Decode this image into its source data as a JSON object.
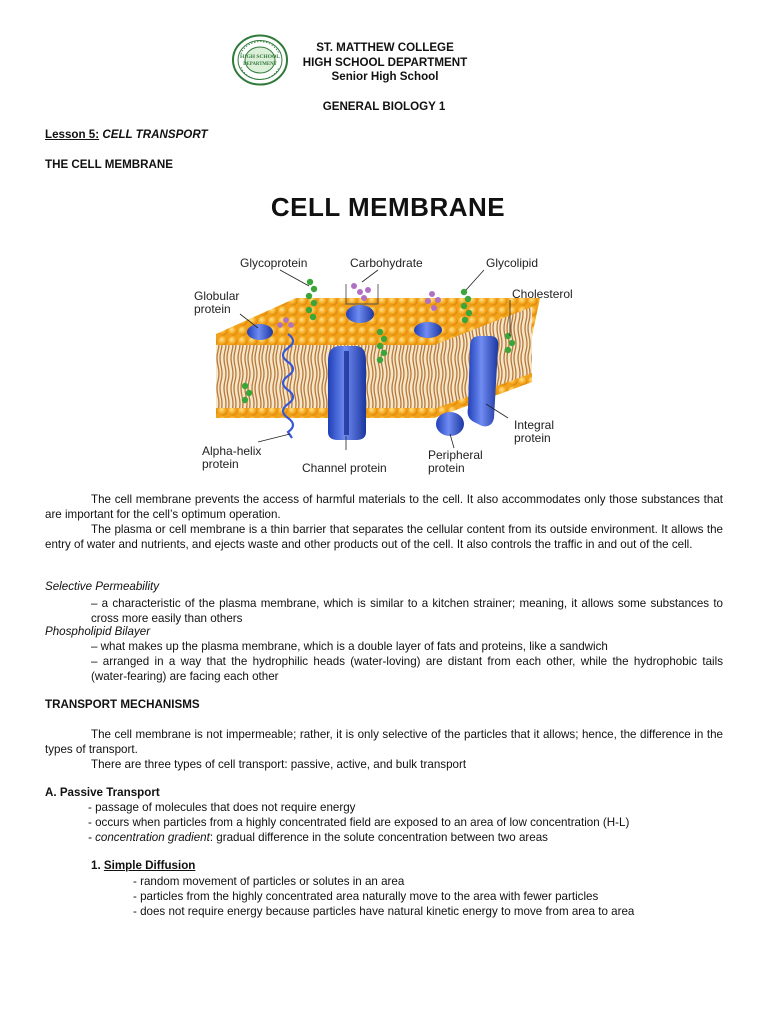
{
  "header": {
    "school": "ST. MATTHEW COLLEGE",
    "department": "HIGH SCHOOL DEPARTMENT",
    "division": "Senior High School",
    "subject": "GENERAL BIOLOGY 1",
    "seal_text": [
      "HIGH SCHOOL",
      "DEPARTMENT"
    ]
  },
  "lesson": {
    "prefix": "Lesson 5:",
    "title": "CELL TRANSPORT"
  },
  "section_title": "THE CELL MEMBRANE",
  "figure": {
    "title": "CELL MEMBRANE",
    "labels": {
      "glycoprotein": "Glycoprotein",
      "carbohydrate": "Carbohydrate",
      "glycolipid": "Glycolipid",
      "globular": "Globular\nprotein",
      "cholesterol": "Cholesterol",
      "integral": "Integral\nprotein",
      "alpha_helix": "Alpha-helix\nprotein",
      "channel": "Channel protein",
      "peripheral": "Peripheral\nprotein"
    },
    "colors": {
      "head": "#f6a91f",
      "tail": "#c98a55",
      "protein": "#3a5bd9",
      "green": "#3aa63a",
      "carb": "#b071c4"
    }
  },
  "paragraphs": {
    "p1": "The cell membrane prevents the access of harmful materials to the cell. It also accommodates only those substances that are important for the cell’s optimum operation.",
    "p2": "The plasma or cell membrane is a thin barrier that separates the cellular content from its outside environment. It allows the entry of water and nutrients, and ejects waste and other products out of the cell. It also controls the traffic in and out of the cell."
  },
  "terms": {
    "selective": {
      "term": "Selective Permeability",
      "def": "– a characteristic of the plasma membrane, which is similar to a kitchen strainer; meaning, it allows some substances to cross more easily than others"
    },
    "bilayer": {
      "term": "Phospholipid Bilayer",
      "def1": "– what makes up the plasma membrane, which is a double layer of fats and proteins, like a sandwich",
      "def2": "– arranged in a way that the hydrophilic heads (water-loving) are distant from each other, while the hydrophobic tails (water-fearing) are facing each other"
    }
  },
  "transport": {
    "heading": "TRANSPORT MECHANISMS",
    "p1": "The cell membrane is not impermeable; rather, it is only selective of the particles that it allows; hence, the difference in the types of transport.",
    "p2": "There are three types of cell transport: passive, active, and bulk transport"
  },
  "passive": {
    "heading": "A. Passive Transport",
    "bullets": [
      "- passage of molecules that does not require energy",
      "- occurs when particles from a highly concentrated field are exposed to an area of low concentration (H-L)"
    ],
    "gradient_term": "- concentration gradient",
    "gradient_def": ": gradual difference in the solute concentration between two areas"
  },
  "simple_diffusion": {
    "number": "1.",
    "title": "Simple Diffusion",
    "bullets": [
      "- random movement of particles or solutes in an area",
      "- particles from the highly concentrated area naturally move to the area with fewer particles",
      "- does not require energy because particles have natural kinetic energy to move from area to area"
    ]
  }
}
